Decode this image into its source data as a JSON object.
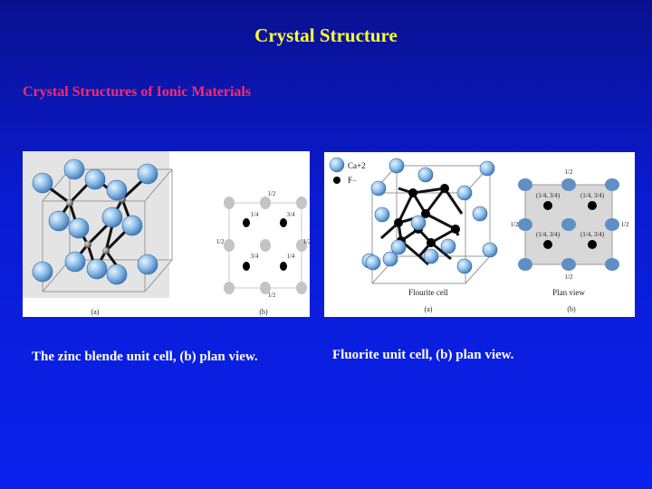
{
  "slide": {
    "title": "Crystal Structure",
    "subtitle": "Crystal Structures of Ionic Materials"
  },
  "figure_zinc": {
    "label_a": "(a)",
    "label_b": "(b)",
    "frac_half": "1/2",
    "frac_quarter": "1/4",
    "frac_three_quarter": "3/4"
  },
  "figure_fluorite": {
    "legend_ca": "Ca+2",
    "legend_f": "F−",
    "cell_caption": "Flourite cell",
    "plan_caption": "Plan view",
    "label_a": "(a)",
    "label_b": "(b)",
    "frac_half": "1/2",
    "coord_label": "(1/4, 3/4)"
  },
  "captions": {
    "zinc": "The zinc blende unit cell, (b) plan view.",
    "fluorite": "Fluorite unit cell, (b)  plan view."
  },
  "colors": {
    "background": "#0b1fe0",
    "title": "#ffff33",
    "subtitle": "#ff2a6a",
    "atom_blue": "#7db0e0",
    "atom_gray": "#c4c4c4"
  }
}
